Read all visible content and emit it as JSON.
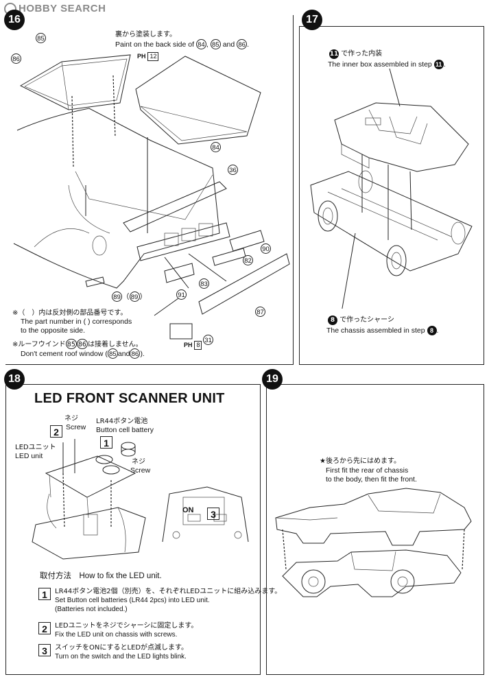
{
  "watermark": {
    "text": "HOBBY SEARCH"
  },
  "steps": {
    "s16": {
      "number": "16",
      "note_jp": "裏から塗装します。",
      "note_en_prefix": "Paint on the back side of",
      "note_and": "and",
      "parts": {
        "p85": "85",
        "p86": "86",
        "p84": "84",
        "p36": "36",
        "p90": "90",
        "p82": "82",
        "p83": "83",
        "p91": "91",
        "p89": "89",
        "p89b": "89",
        "p87": "87",
        "p31": "31"
      },
      "ph12": "12",
      "ph8": "8",
      "ph_label": "PH",
      "footnote1_jp": "※（　）内は反対側の部品番号です。",
      "footnote1_en1": "The part number in (   ) corresponds",
      "footnote1_en2": "to the opposite side.",
      "footnote2_jp_pre": "※ルーフウインド",
      "footnote2_jp_post": "は接着しません。",
      "footnote2_en_pre": "Don't cement roof window (",
      "footnote2_en_and": "and",
      "footnote2_en_post": ")."
    },
    "s17": {
      "number": "17",
      "top_jp": "で作った内装",
      "top_en": "The inner box assembled in step",
      "top_ref": "11",
      "bottom_jp": "で作ったシャーシ",
      "bottom_en": "The chassis assembled in step",
      "bottom_ref": "8"
    },
    "s18": {
      "number": "18",
      "title": "LED FRONT SCANNER UNIT",
      "label_screw_jp": "ネジ",
      "label_screw_en": "Screw",
      "label_battery_jp": "LR44ボタン電池",
      "label_battery_en": "Button cell battery",
      "label_led_jp": "LEDユニット",
      "label_led_en": "LED unit",
      "label_screw2_jp": "ネジ",
      "label_screw2_en": "Screw",
      "box2": "2",
      "box1": "1",
      "box3": "3",
      "on_label": "ON",
      "howto": "取付方法　How to fix the LED unit.",
      "instructions": [
        {
          "num": "1",
          "jp": "LR44ボタン電池2個（別売）を、それぞれLEDユニットに組み込みます。",
          "en1": "Set Button cell batteries (LR44 2pcs) into LED unit.",
          "en2": "(Batteries not included.)"
        },
        {
          "num": "2",
          "jp": "LEDユニットをネジでシャーシに固定します。",
          "en1": "Fix the LED unit on chassis with screws.",
          "en2": ""
        },
        {
          "num": "3",
          "jp": "スイッチをONにするとLEDが点滅します。",
          "en1": "Turn on the switch and the LED lights blink.",
          "en2": ""
        }
      ]
    },
    "s19": {
      "number": "19",
      "note_jp": "★後ろから先にはめます。",
      "note_en1": "First fit the rear of chassis",
      "note_en2": "to the body, then fit the front."
    }
  }
}
